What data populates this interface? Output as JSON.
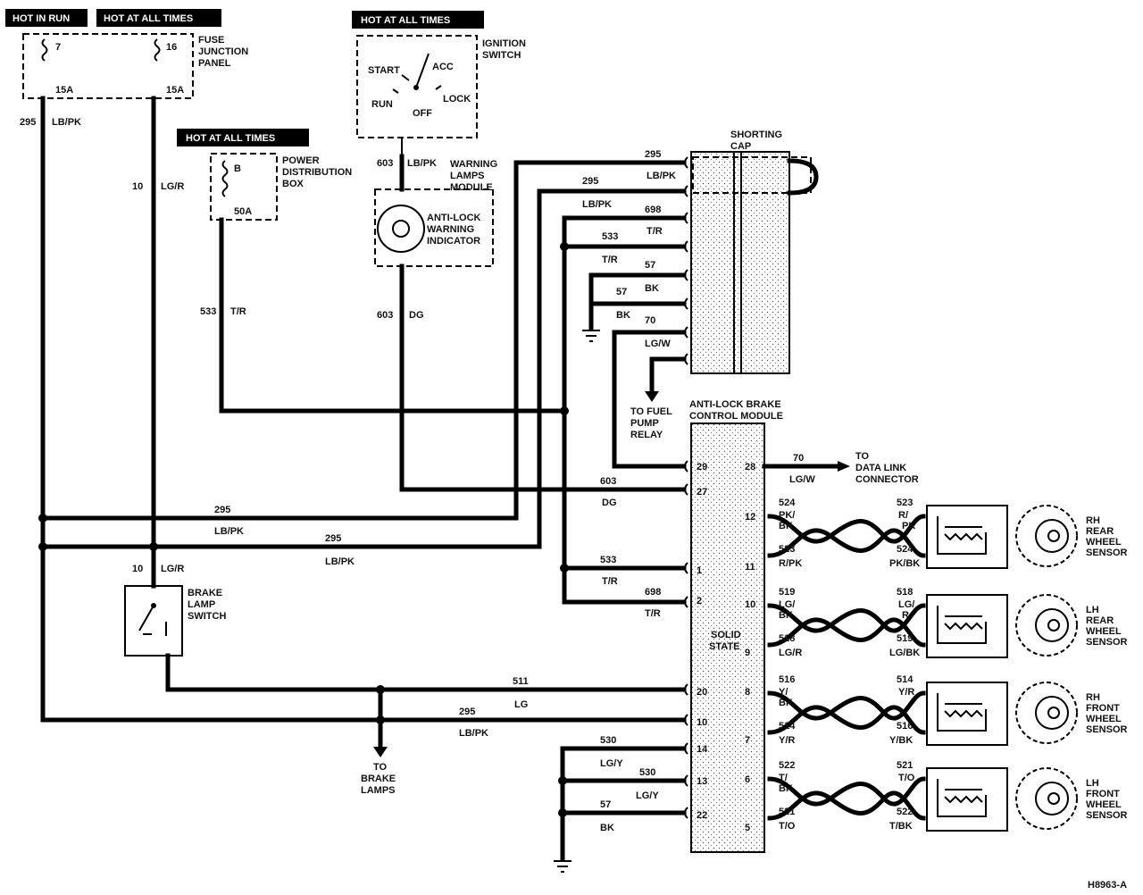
{
  "headers": {
    "hot_in_run": "HOT IN RUN",
    "hot_at_all_times_1": "HOT AT ALL TIMES",
    "hot_at_all_times_2": "HOT AT ALL TIMES",
    "hot_at_all_times_3": "HOT AT ALL TIMES"
  },
  "fuse_panel": {
    "title_1": "FUSE",
    "title_2": "JUNCTION",
    "title_3": "PANEL",
    "fuse_a": "7",
    "fuse_b": "16",
    "rating_a": "15A",
    "rating_b": "15A"
  },
  "power_box": {
    "title_1": "POWER",
    "title_2": "DISTRIBUTION",
    "title_3": "BOX",
    "fuse": "B",
    "rating": "50A"
  },
  "ignition": {
    "title_1": "IGNITION",
    "title_2": "SWITCH",
    "start": "START",
    "acc": "ACC",
    "run": "RUN",
    "off": "OFF",
    "lock": "LOCK"
  },
  "warning": {
    "module_1": "WARNING",
    "module_2": "LAMPS",
    "module_3": "MODULE",
    "ind_1": "ANTI-LOCK",
    "ind_2": "WARNING",
    "ind_3": "INDICATOR"
  },
  "shorting": {
    "title_1": "SHORTING",
    "title_2": "CAP"
  },
  "module": {
    "title_1": "ANTI-LOCK BRAKE",
    "title_2": "CONTROL MODULE",
    "solid_1": "SOLID",
    "solid_2": "STATE"
  },
  "brake_switch": {
    "title_1": "BRAKE",
    "title_2": "LAMP",
    "title_3": "SWITCH"
  },
  "destinations": {
    "fuel_1": "TO FUEL",
    "fuel_2": "PUMP",
    "fuel_3": "RELAY",
    "dlc_1": "TO",
    "dlc_2": "DATA LINK",
    "dlc_3": "CONNECTOR",
    "brake_1": "TO",
    "brake_2": "BRAKE",
    "brake_3": "LAMPS"
  },
  "wires": {
    "w295_left": "295",
    "w295_left_color": "LB/PK",
    "w10": "10",
    "w10_color": "LG/R",
    "w10_lower": "10",
    "w10_lower_color": "LG/R",
    "w533": "533",
    "w533_color": "T/R",
    "w603_upper": "603",
    "w603_upper_color": "DG",
    "w603_ign": "603",
    "w603_ign_color": "LB/PK",
    "cap_295a": "295",
    "cap_295a_color": "LB/PK",
    "cap_295b": "295",
    "cap_lbpk": "LB/PK",
    "cap_698": "698",
    "cap_533": "533",
    "cap_tr1": "T/R",
    "cap_tr2": "T/R",
    "cap_57a": "57",
    "cap_57b": "57",
    "cap_bk1": "BK",
    "cap_bk2": "BK",
    "cap_70": "70",
    "cap_lgw": "LG/W",
    "h295a": "295",
    "h295a_color": "LB/PK",
    "h295b": "295",
    "h295b_color": "LB/PK",
    "m603": "603",
    "m603_color": "DG",
    "m533": "533",
    "m533_color": "T/R",
    "m698": "698",
    "m698_color": "T/R",
    "m511": "511",
    "m511_color": "LG",
    "m295": "295",
    "m295_color": "LB/PK",
    "m530a": "530",
    "m530a_color": "LG/Y",
    "m530b": "530",
    "m530b_color": "LG/Y",
    "m57": "57",
    "m57_color": "BK",
    "dlc70": "70",
    "dlc70_color": "LG/W"
  },
  "pins_left": [
    "29",
    "27",
    "1",
    "2",
    "20",
    "10",
    "14",
    "13",
    "22"
  ],
  "pins_right": [
    "28",
    "12",
    "11",
    "10",
    "9",
    "8",
    "7",
    "6",
    "5"
  ],
  "sensors": [
    {
      "name_1": "RH",
      "name_2": "REAR",
      "name_3": "WHEEL",
      "name_4": "SENSOR",
      "l_top": "524",
      "l_top_c1": "PK/",
      "l_top_c2": "BK",
      "l_bot": "523",
      "l_bot_c": "R/PK",
      "r_top": "523",
      "r_top_c1": "R/",
      "r_top_c2": "PK",
      "r_bot": "524",
      "r_bot_c": "PK/BK"
    },
    {
      "name_1": "LH",
      "name_2": "REAR",
      "name_3": "WHEEL",
      "name_4": "SENSOR",
      "l_top": "519",
      "l_top_c1": "LG/",
      "l_top_c2": "BK",
      "l_bot": "518",
      "l_bot_c": "LG/R",
      "r_top": "518",
      "r_top_c1": "LG/",
      "r_top_c2": "R",
      "r_bot": "519",
      "r_bot_c": "LG/BK"
    },
    {
      "name_1": "RH",
      "name_2": "FRONT",
      "name_3": "WHEEL",
      "name_4": "SENSOR",
      "l_top": "516",
      "l_top_c1": "Y/",
      "l_top_c2": "BK",
      "l_bot": "514",
      "l_bot_c": "Y/R",
      "r_top": "514",
      "r_top_c1": "Y/R",
      "r_top_c2": "",
      "r_bot": "516",
      "r_bot_c": "Y/BK"
    },
    {
      "name_1": "LH",
      "name_2": "FRONT",
      "name_3": "WHEEL",
      "name_4": "SENSOR",
      "l_top": "522",
      "l_top_c1": "T/",
      "l_top_c2": "BK",
      "l_bot": "521",
      "l_bot_c": "T/O",
      "r_top": "521",
      "r_top_c1": "T/O",
      "r_top_c2": "",
      "r_bot": "522",
      "r_bot_c": "T/BK"
    }
  ],
  "figure_id": "H8963-A"
}
